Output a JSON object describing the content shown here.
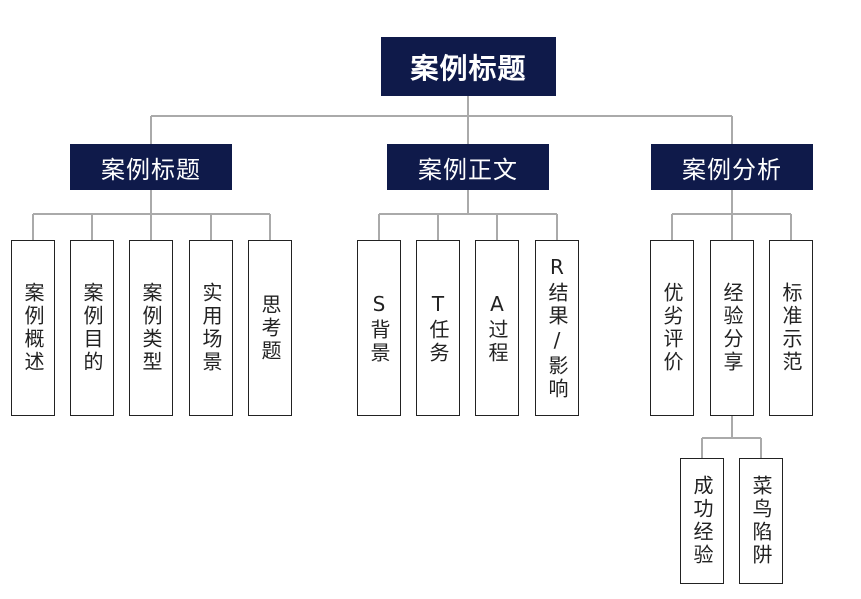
{
  "root": {
    "title": "案例标题"
  },
  "sections": [
    {
      "title": "案例标题",
      "items": [
        "案例概述",
        "案例目的",
        "案例类型",
        "实用场景",
        "思考题"
      ]
    },
    {
      "title": "案例正文",
      "items": [
        "S背景",
        "T任务",
        "A过程",
        "R结果/影响"
      ]
    },
    {
      "title": "案例分析",
      "items": [
        "优劣评价",
        "经验分享",
        "标准示范"
      ],
      "sub": {
        "parent": "经验分享",
        "items": [
          "成功经验",
          "菜鸟陷阱"
        ]
      }
    }
  ],
  "colors": {
    "header_bg": "#0f1a4a",
    "header_text": "#ffffff",
    "line": "#aaaaaa",
    "box_border": "#222222"
  }
}
